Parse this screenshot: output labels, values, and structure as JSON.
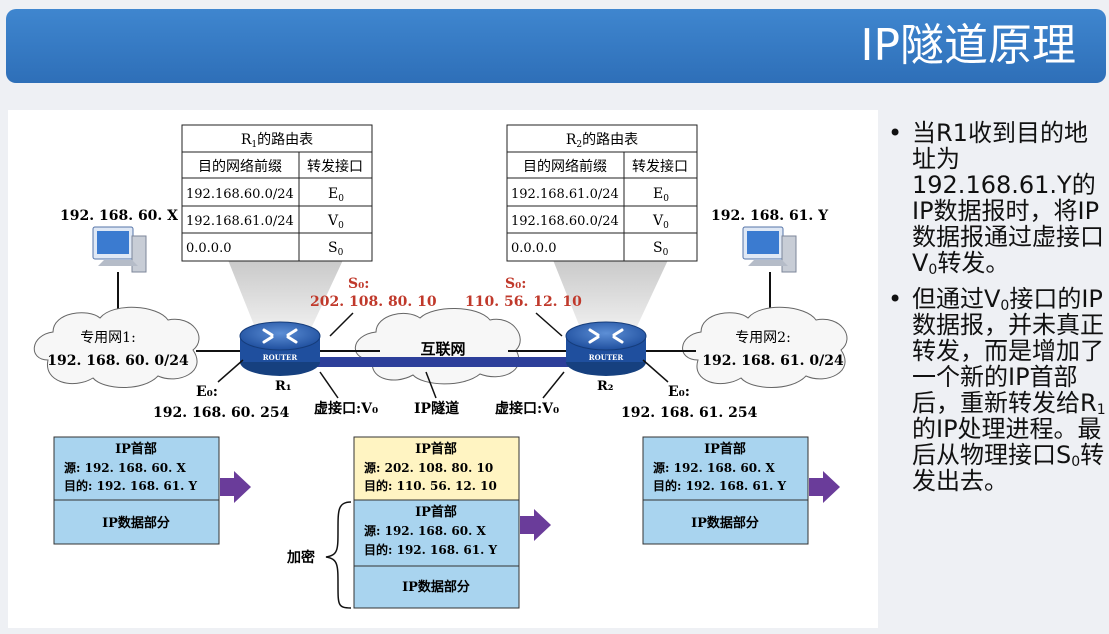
{
  "slide": {
    "title": "IP隧道原理"
  },
  "diagram": {
    "r1_table": {
      "title_pre": "R",
      "title_sub": "1",
      "title_post": "的路由表",
      "headers": [
        "目的网络前缀",
        "转发接口"
      ],
      "rows": [
        {
          "prefix": "192.168.60.0/24",
          "if": "E",
          "if_sub": "0"
        },
        {
          "prefix": "192.168.61.0/24",
          "if": "V",
          "if_sub": "0"
        },
        {
          "prefix": "0.0.0.0",
          "if": "S",
          "if_sub": "0"
        }
      ]
    },
    "r2_table": {
      "title_pre": "R",
      "title_sub": "2",
      "title_post": "的路由表",
      "headers": [
        "目的网络前缀",
        "转发接口"
      ],
      "rows": [
        {
          "prefix": "192.168.61.0/24",
          "if": "E",
          "if_sub": "0"
        },
        {
          "prefix": "192.168.60.0/24",
          "if": "V",
          "if_sub": "0"
        },
        {
          "prefix": "0.0.0.0",
          "if": "S",
          "if_sub": "0"
        }
      ]
    },
    "host_left": "192. 168. 60. X",
    "host_right": "192. 168. 61. Y",
    "s0_left_label": "S₀:",
    "s0_left_ip": "202. 108. 80. 10",
    "s0_right_label": "S₀:",
    "s0_right_ip": "110. 56. 12. 10",
    "cloud_left_line1": "专用网1:",
    "cloud_left_line2": "192. 168. 60. 0/24",
    "cloud_mid": "互联网",
    "cloud_right_line1": "专用网2:",
    "cloud_right_line2": "192. 168. 61. 0/24",
    "router_tag": "ROUTER",
    "r1_label": "R₁",
    "r2_label": "R₂",
    "e0_left_label": "E₀:",
    "e0_left_ip": "192. 168. 60. 254",
    "e0_right_label": "E₀:",
    "e0_right_ip": "192. 168. 61. 254",
    "vif_left": "虚接口:V₀",
    "tunnel_label": "IP隧道",
    "vif_right": "虚接口:V₀",
    "packet_left": {
      "header": "IP首部",
      "src": "源:   192. 168. 60. X",
      "dst": "目的: 192. 168. 61. Y",
      "data": "IP数据部分"
    },
    "packet_mid": {
      "outer_header": "IP首部",
      "outer_src": "源:   202. 108. 80. 10",
      "outer_dst": "目的: 110. 56. 12. 10",
      "inner_header": "IP首部",
      "inner_src": "源:    192. 168. 60. X",
      "inner_dst": "目的: 192. 168. 61. Y",
      "data": "IP数据部分",
      "encrypt_label": "加密"
    },
    "packet_right": {
      "header": "IP首部",
      "src": "源:   192. 168. 60. X",
      "dst": "目的: 192. 168. 61. Y",
      "data": "IP数据部分"
    }
  },
  "bullets": [
    {
      "pre": "当R1收到目的地址为192.168.61.Y的IP数据报时，将IP数据报通过虚接口V",
      "sub": "0",
      "post": "转发。"
    },
    {
      "pre": "但通过V",
      "sub": "0",
      "mid": "接口的IP数据报，并未真正转发，而是增加了一个新的IP首部后，重新转发给R",
      "sub2": "1",
      "mid2": "的IP处理进程。最后从物理接口S",
      "sub3": "0",
      "post": "转发出去。"
    }
  ],
  "colors": {
    "title_bar": "#2e6fb8",
    "packet_blue": "#a9d4ef",
    "packet_yellow": "#fff4c2",
    "arrow_purple": "#6a3c9a",
    "link_blue": "#2d3f9a",
    "red_ip": "#c0392b"
  }
}
